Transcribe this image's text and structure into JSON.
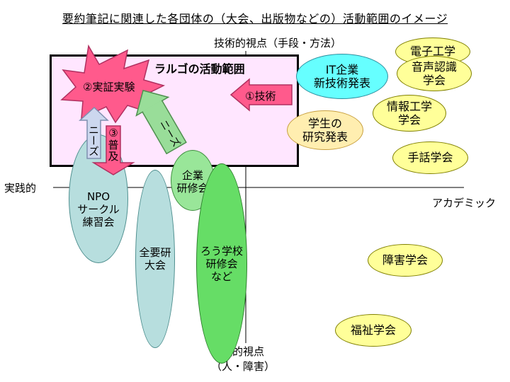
{
  "title": "要約筆記に関連した各団体の（大会、出版物などの）活動範囲のイメージ",
  "axes": {
    "top_label": "技術的視点（手段・方法）",
    "left_label": "実践的",
    "right_label": "アカデミック",
    "bottom_label_line1": "福祉的視点",
    "bottom_label_line2": "（人・障害）"
  },
  "labels": {
    "range_box": "ラルゴの活動範囲",
    "starburst": "②実証実験",
    "arrow_tech": "①技術",
    "arrow_needs_diag": "ニーズ",
    "arrow_needs_up": "ニーズ",
    "arrow_spread_line1": "③",
    "arrow_spread_line2": "普",
    "arrow_spread_line3": "及"
  },
  "groups": {
    "it_line1": "IT企業",
    "it_line2": "新技術発表",
    "student_line1": "学生の",
    "student_line2": "研究発表",
    "denshi": "電子工学",
    "onsei_line1": "音声認識",
    "onsei_line2": "学会",
    "joho_line1": "情報工学",
    "joho_line2": "学会",
    "shuwa": "手話学会",
    "shogai": "障害学会",
    "fukushi": "福祉学会",
    "npo_line1": "NPO",
    "npo_line2": "サークル",
    "npo_line3": "練習会",
    "zenyoken_line1": "全要研",
    "zenyoken_line2": "大会",
    "kigyo_line1": "企業",
    "kigyo_line2": "研修会",
    "rou_line1": "ろう学校",
    "rou_line2": "研修会",
    "rou_line3": "など"
  },
  "colors": {
    "range_fill": "#ffe6ff",
    "yellow": "#ffff99",
    "cyan": "#66ffff",
    "light_teal": "#b7dede",
    "green": "#66dd66",
    "light_green": "#99e699",
    "pink": "#ff5a8c",
    "orange_pale": "#ffeeb0",
    "needs_green": "#99dd99",
    "needs_blue": "#ccd7ee"
  }
}
